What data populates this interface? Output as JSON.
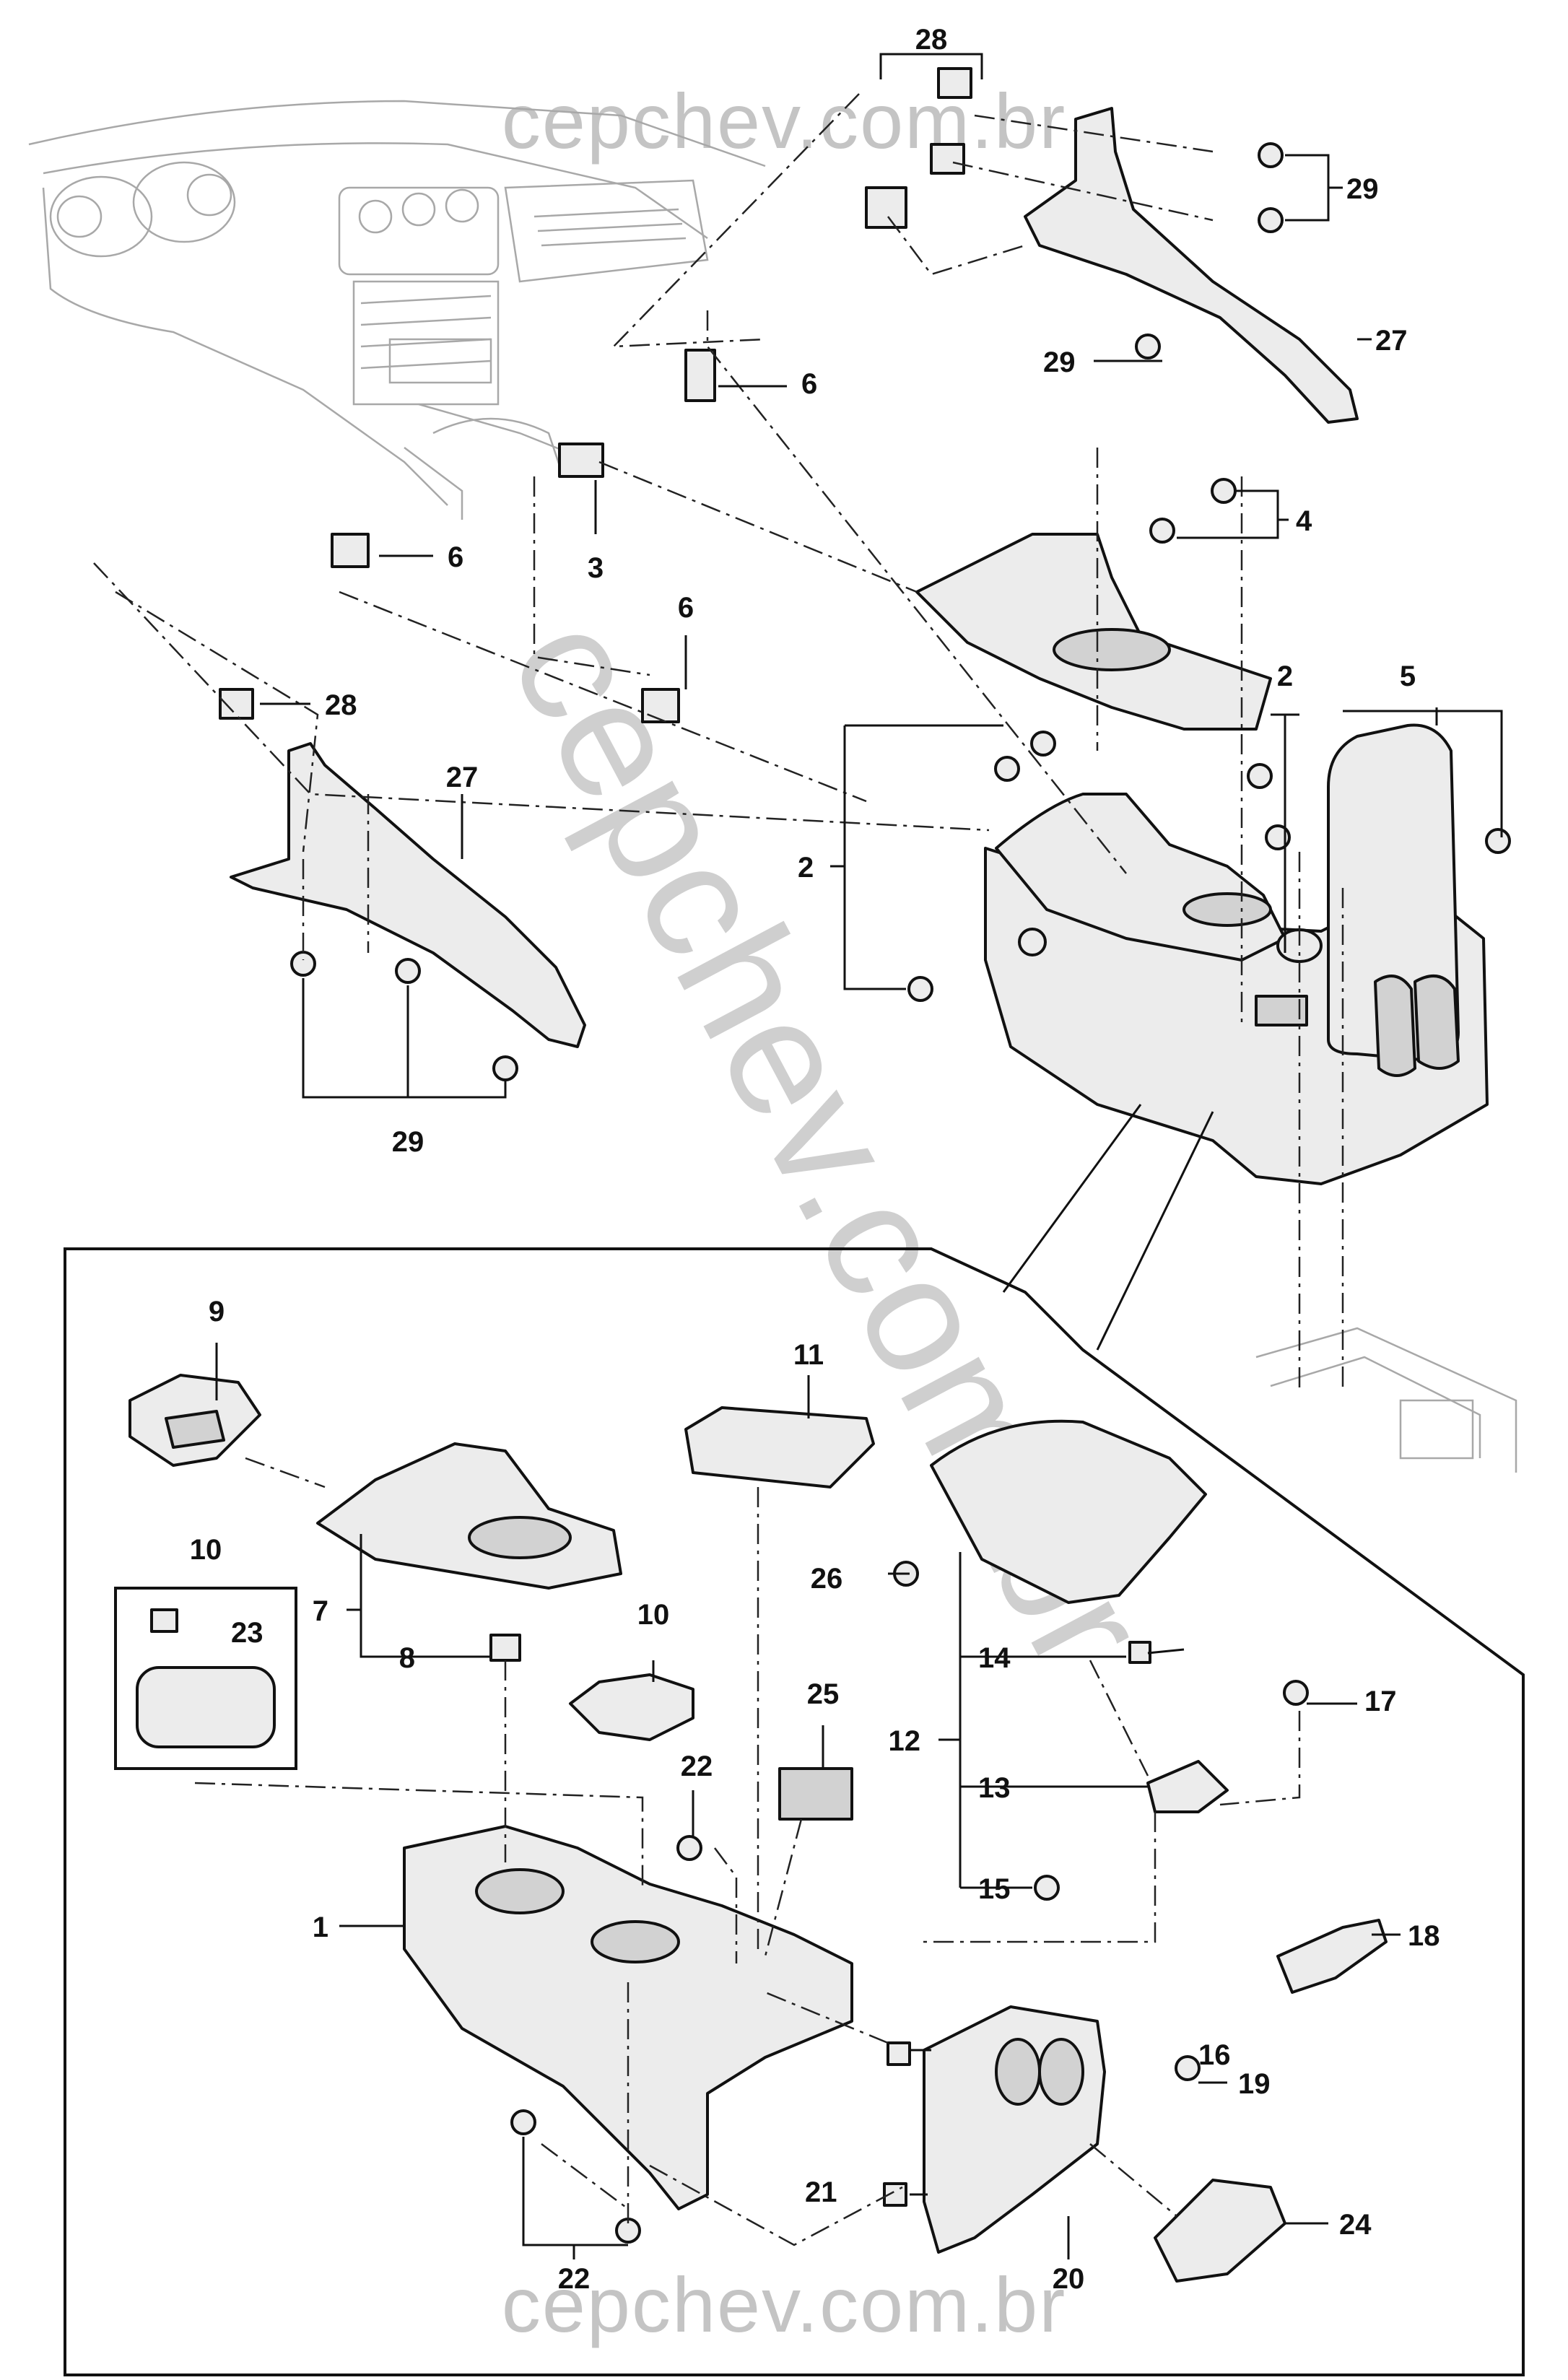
{
  "watermark": {
    "top": "cepchev.com.br",
    "bottom": "cepchev.com.br",
    "diagonal": "cepchev.com.br"
  },
  "callouts": {
    "c28a": "28",
    "c29a": "29",
    "c27a": "27",
    "c29b": "29",
    "c6a": "6",
    "c4": "4",
    "c3": "3",
    "c6b": "6",
    "c6c": "6",
    "c28b": "28",
    "c27b": "27",
    "c2a": "2",
    "c5": "5",
    "c2b": "2",
    "c29c": "29",
    "c9": "9",
    "c11": "11",
    "c10a": "10",
    "c23": "23",
    "c7": "7",
    "c8": "8",
    "c10b": "10",
    "c26": "26",
    "c14": "14",
    "c25": "25",
    "c17": "17",
    "c12": "12",
    "c22a": "22",
    "c13": "13",
    "c15": "15",
    "c1": "1",
    "c18": "18",
    "c16": "16",
    "c19": "19",
    "c21": "21",
    "c24": "24",
    "c22b": "22",
    "c20": "20"
  }
}
